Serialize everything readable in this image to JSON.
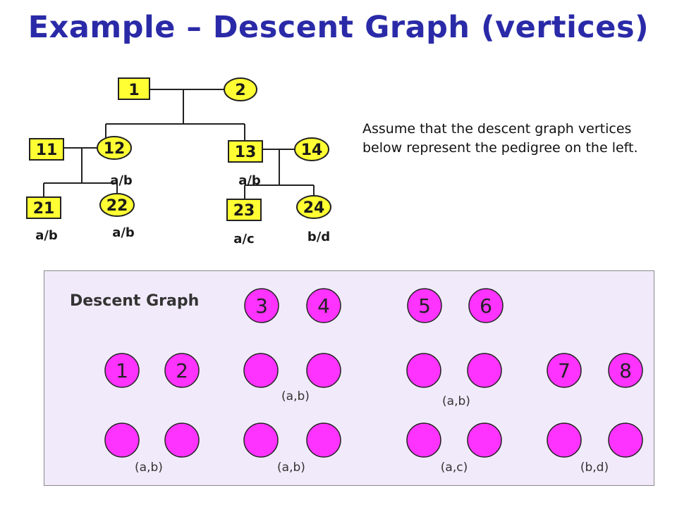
{
  "title": "Example – Descent Graph (vertices)",
  "note": "Assume that the descent graph vertices below represent the pedigree on the left.",
  "pedigree": {
    "individuals": [
      {
        "id": "1",
        "shape": "square"
      },
      {
        "id": "2",
        "shape": "circle"
      },
      {
        "id": "11",
        "shape": "square"
      },
      {
        "id": "12",
        "shape": "circle"
      },
      {
        "id": "13",
        "shape": "square"
      },
      {
        "id": "14",
        "shape": "circle"
      },
      {
        "id": "21",
        "shape": "square"
      },
      {
        "id": "22",
        "shape": "circle"
      },
      {
        "id": "23",
        "shape": "square"
      },
      {
        "id": "24",
        "shape": "circle"
      }
    ],
    "genotypes": {
      "12": "a/b",
      "13": "a/b",
      "21": "a/b",
      "22": "a/b",
      "23": "a/c",
      "24": "b/d"
    },
    "fill_color": "#ffff33"
  },
  "descent_graph": {
    "title": "Descent Graph",
    "vertex_color": "#ff33ff",
    "vertices": [
      {
        "label": "3"
      },
      {
        "label": "4"
      },
      {
        "label": "5"
      },
      {
        "label": "6"
      },
      {
        "label": "1"
      },
      {
        "label": "2"
      },
      {
        "label": ""
      },
      {
        "label": ""
      },
      {
        "label": ""
      },
      {
        "label": ""
      },
      {
        "label": "7"
      },
      {
        "label": "8"
      },
      {
        "label": ""
      },
      {
        "label": ""
      },
      {
        "label": ""
      },
      {
        "label": ""
      },
      {
        "label": ""
      },
      {
        "label": ""
      },
      {
        "label": ""
      },
      {
        "label": ""
      }
    ],
    "pair_labels": [
      "(a,b)",
      "(a,b)",
      "(a,b)",
      "(a,b)",
      "(a,c)",
      "(b,d)"
    ]
  }
}
